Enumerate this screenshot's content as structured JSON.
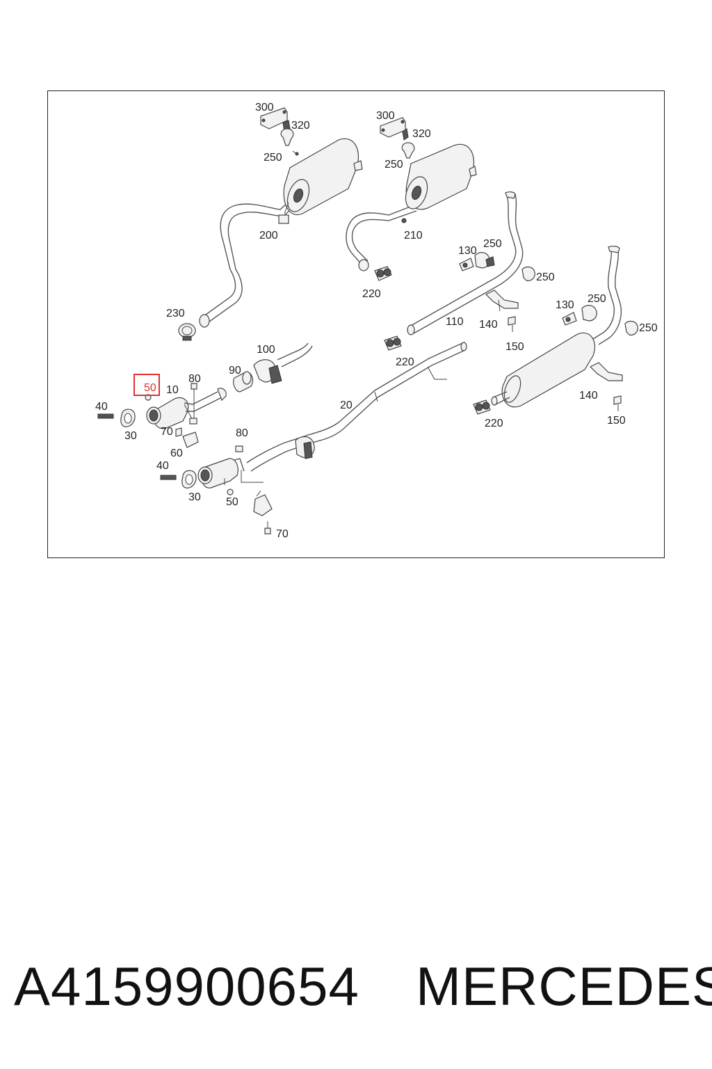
{
  "diagram": {
    "highlight_color": "#e03030",
    "highlighted_label": "50",
    "labels": {
      "l300a": "300",
      "l320a": "320",
      "l250a": "250",
      "l200": "200",
      "l230": "230",
      "l300b": "300",
      "l320b": "320",
      "l250b": "250",
      "l210": "210",
      "l220a": "220",
      "l130a": "130",
      "l250c": "250",
      "l250d": "250",
      "l110": "110",
      "l140a": "140",
      "l150a": "150",
      "l220b": "220",
      "l130b": "130",
      "l250e": "250",
      "l250f": "250",
      "l140b": "140",
      "l150b": "150",
      "l220c": "220",
      "l100": "100",
      "l90": "90",
      "l80a": "80",
      "l10": "10",
      "l40a": "40",
      "l30a": "30",
      "l70a": "70",
      "l60": "60",
      "l20": "20",
      "l80b": "80",
      "l40b": "40",
      "l30b": "30",
      "l50b": "50",
      "l70b": "70"
    }
  },
  "footer": {
    "part_number": "A4159900654",
    "brand": "MERCEDES"
  }
}
